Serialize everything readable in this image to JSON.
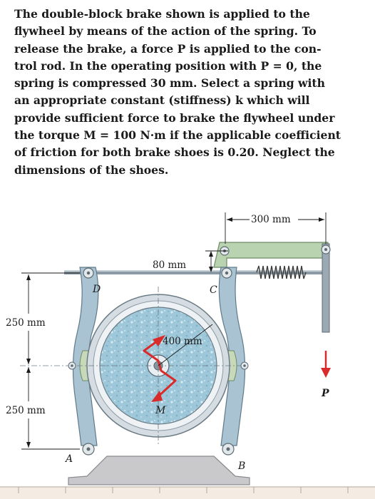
{
  "problem": {
    "lines": [
      "The double-block brake shown is applied to the",
      "flywheel by means of the action of the spring. To",
      "release the brake, a force P is applied to the con-",
      "trol rod. In the operating position with P = 0, the",
      "spring is compressed 30 mm. Select a spring with",
      "an appropriate constant (stiffness) k which will",
      "provide sufficient force to brake the flywheel under",
      "the torque M = 100 N·m if the applicable coefficient",
      "of friction for both brake shoes is 0.20. Neglect the",
      "dimensions of the shoes."
    ]
  },
  "figure": {
    "dim_300": "300 mm",
    "dim_80": "80 mm",
    "dim_400": "400 mm",
    "dim_250_top": "250 mm",
    "dim_250_bottom": "250 mm",
    "label_A": "A",
    "label_B": "B",
    "label_C": "C",
    "label_D": "D",
    "label_M": "M",
    "label_P": "P",
    "colors": {
      "arm_fill": "#a9c3d2",
      "green_link": "#b9d3b0",
      "flywheel_face": "#9ec7d9",
      "base": "#c9c9cc",
      "force_arrow": "#d92b2b",
      "moment_arrow": "#d92b2b",
      "shoe": "#c7d9b8"
    }
  }
}
